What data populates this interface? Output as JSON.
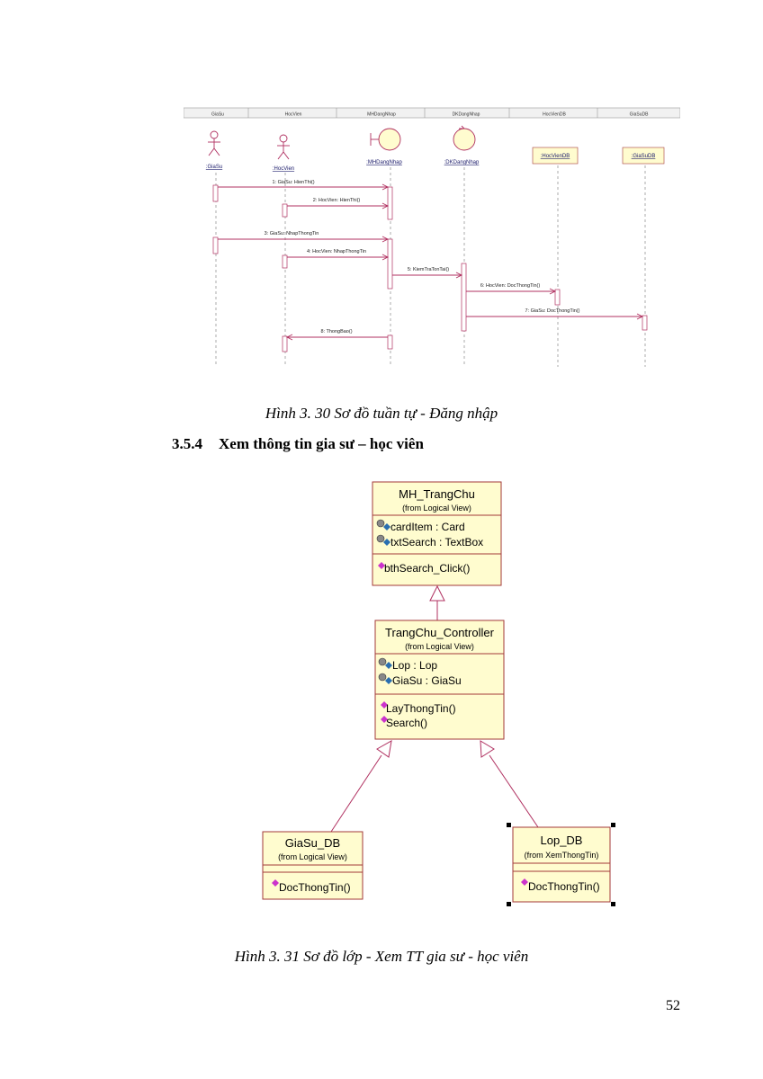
{
  "sequence_diagram": {
    "header_columns": [
      "GiaSu",
      "HocVien",
      "MHDangNhap",
      "DKDangNhap",
      "HocVienDB",
      "GiaSuDB"
    ],
    "objects": [
      ":GiaSu",
      ":HocVien",
      ":MHDangNhap",
      ":DKDangNhap",
      ":HocVienDB",
      ":GiaSuDB"
    ],
    "messages": [
      "1: GiaSu: HienThi()",
      "2: HocVien: HienThi()",
      "3: GiaSu: NhapThongTin",
      "4: HocVien: NhapThongTin",
      "5: KiemTraTonTai()",
      "6: HocVien: DocThongTin()",
      "7: GiaSu: DocThongTin()",
      "8: ThongBao()"
    ]
  },
  "caption_1": "Hình 3. 30 Sơ đồ tuần tự - Đăng nhập",
  "section": {
    "number": "3.5.4",
    "title": "Xem thông tin gia sư – học viên"
  },
  "class_diagram": {
    "mh_trangchu": {
      "name": "MH_TrangChu",
      "from": "(from Logical View)",
      "attrs": [
        "cardItem : Card",
        "txtSearch : TextBox"
      ],
      "ops": [
        "bthSearch_Click()"
      ]
    },
    "controller": {
      "name": "TrangChu_Controller",
      "from": "(from Logical View)",
      "attrs": [
        "Lop : Lop",
        "GiaSu : GiaSu"
      ],
      "ops": [
        "LayThongTin()",
        "Search()"
      ]
    },
    "giasu_db": {
      "name": "GiaSu_DB",
      "from": "(from Logical View)",
      "ops": [
        "DocThongTin()"
      ]
    },
    "lop_db": {
      "name": "Lop_DB",
      "from": "(from XemThongTin)",
      "ops": [
        "DocThongTin()"
      ]
    }
  },
  "caption_2": "Hình 3. 31 Sơ đồ lớp - Xem TT gia sư - học viên",
  "page_number": "52",
  "colors": {
    "line": "#b03060",
    "box_fill": "#fffccf",
    "box_stroke": "#a33a3a",
    "op_icon": "#cc33cc",
    "attr_icon": "#2a6fb0"
  }
}
